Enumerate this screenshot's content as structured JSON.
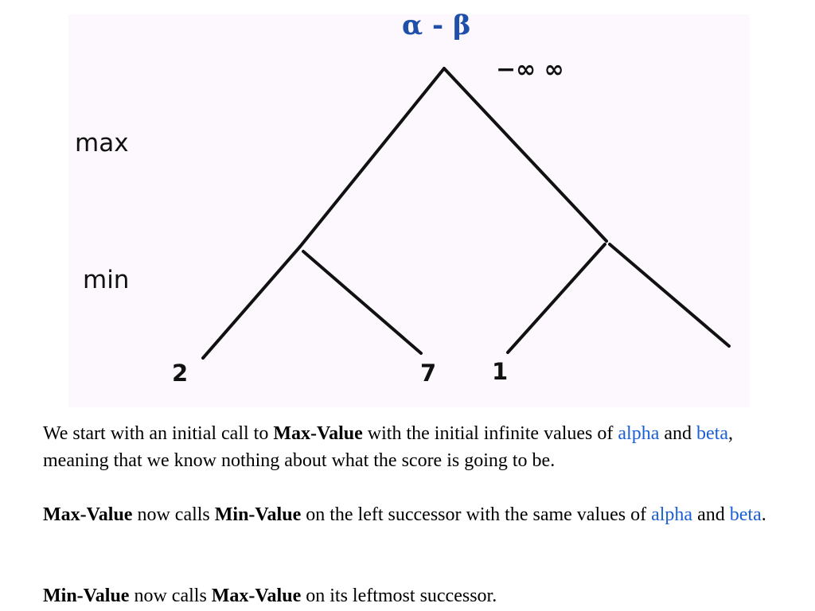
{
  "diagram": {
    "title": "α - β",
    "root_bounds": "−∞ ∞",
    "level_labels": [
      "max",
      "min"
    ],
    "leaf_values": [
      "2",
      "7",
      "1"
    ]
  },
  "text": {
    "p1": {
      "s1": "We start with an initial call to ",
      "k1": "Max-Value",
      "s2": " with the initial infinite values of ",
      "v1": "alpha",
      "s3": " and ",
      "v2": "beta",
      "s4": ", meaning that we know nothing about what  the score is going to be."
    },
    "p2": {
      "k1": "Max-Value",
      "s1": " now calls ",
      "k2": "Min-Value",
      "s2": " on the left successor with the same values of ",
      "v1": "alpha",
      "s3": " and ",
      "v2": "beta",
      "s4": "."
    },
    "p3": {
      "k1": "Min-Value",
      "s1": " now calls ",
      "k2": "Max-Value",
      "s2": " on its leftmost successor."
    }
  },
  "colors": {
    "title": "#1f4fa8",
    "keyword_link": "#1a5fd6",
    "panel_background": "#fcf8fd"
  }
}
